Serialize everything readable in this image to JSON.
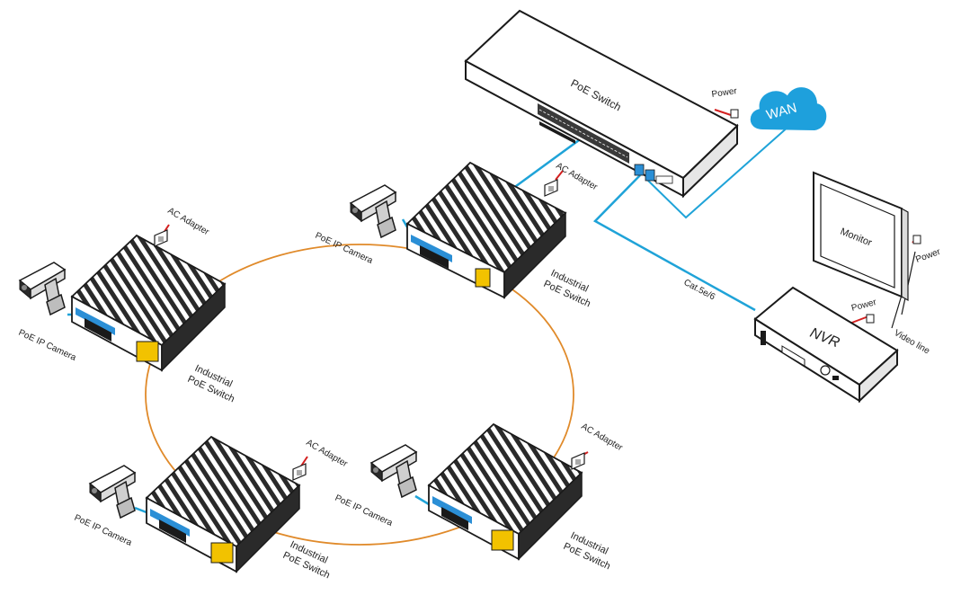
{
  "colors": {
    "ring": "#e08a2a",
    "cable": "#1fa3d8",
    "power_cord": "#d42020",
    "wan_cloud": "#1ea0dc",
    "device_outline": "#1a1a1a",
    "port_blue": "#2b8fd6",
    "port_yellow": "#f2c200"
  },
  "labels": {
    "core_switch": "PoE Switch",
    "core_power": "Power",
    "wan": "WAN",
    "monitor": "Monitor",
    "monitor_power": "Power",
    "nvr": "NVR",
    "nvr_power": "Power",
    "video_line": "Video line",
    "cat_cable": "Cat.5e/6",
    "ac_adapter": "AC Adapter",
    "poe_camera": "PoE IP Camera",
    "industrial_line1": "Industrial",
    "industrial_line2": "PoE Switch"
  },
  "icons": {
    "camera": "ip-camera-icon",
    "cloud": "cloud-icon",
    "adapter": "ac-adapter-icon",
    "plug": "power-plug-icon"
  }
}
